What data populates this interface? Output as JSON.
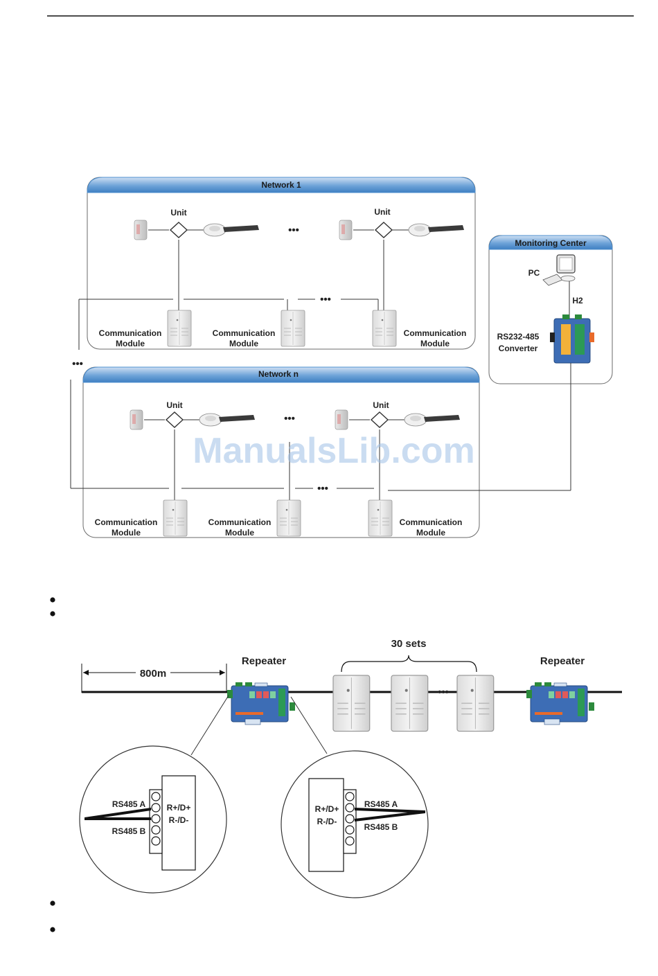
{
  "network_diagram": {
    "network1_title": "Network 1",
    "networkn_title": "Network n",
    "monitoring_title": "Monitoring Center",
    "unit_label": "Unit",
    "comm_module_line1": "Communication",
    "comm_module_line2": "Module",
    "ellipsis": "•••",
    "pc_label": "PC",
    "h2_label": "H2",
    "converter_line1": "RS232-485",
    "converter_line2": "Converter"
  },
  "watermark": "ManualsLib.com",
  "repeater_diagram": {
    "distance_label": "800m",
    "sets_label": "30 sets",
    "repeater_label": "Repeater",
    "rs485_a": "RS485 A",
    "rs485_b": "RS485 B",
    "r_plus": "R+/D+",
    "r_minus": "R-/D-"
  },
  "colors": {
    "header_blue": "#4e8fcf",
    "header_light": "#cfe0f3",
    "watermark": "#9fc1e6"
  }
}
